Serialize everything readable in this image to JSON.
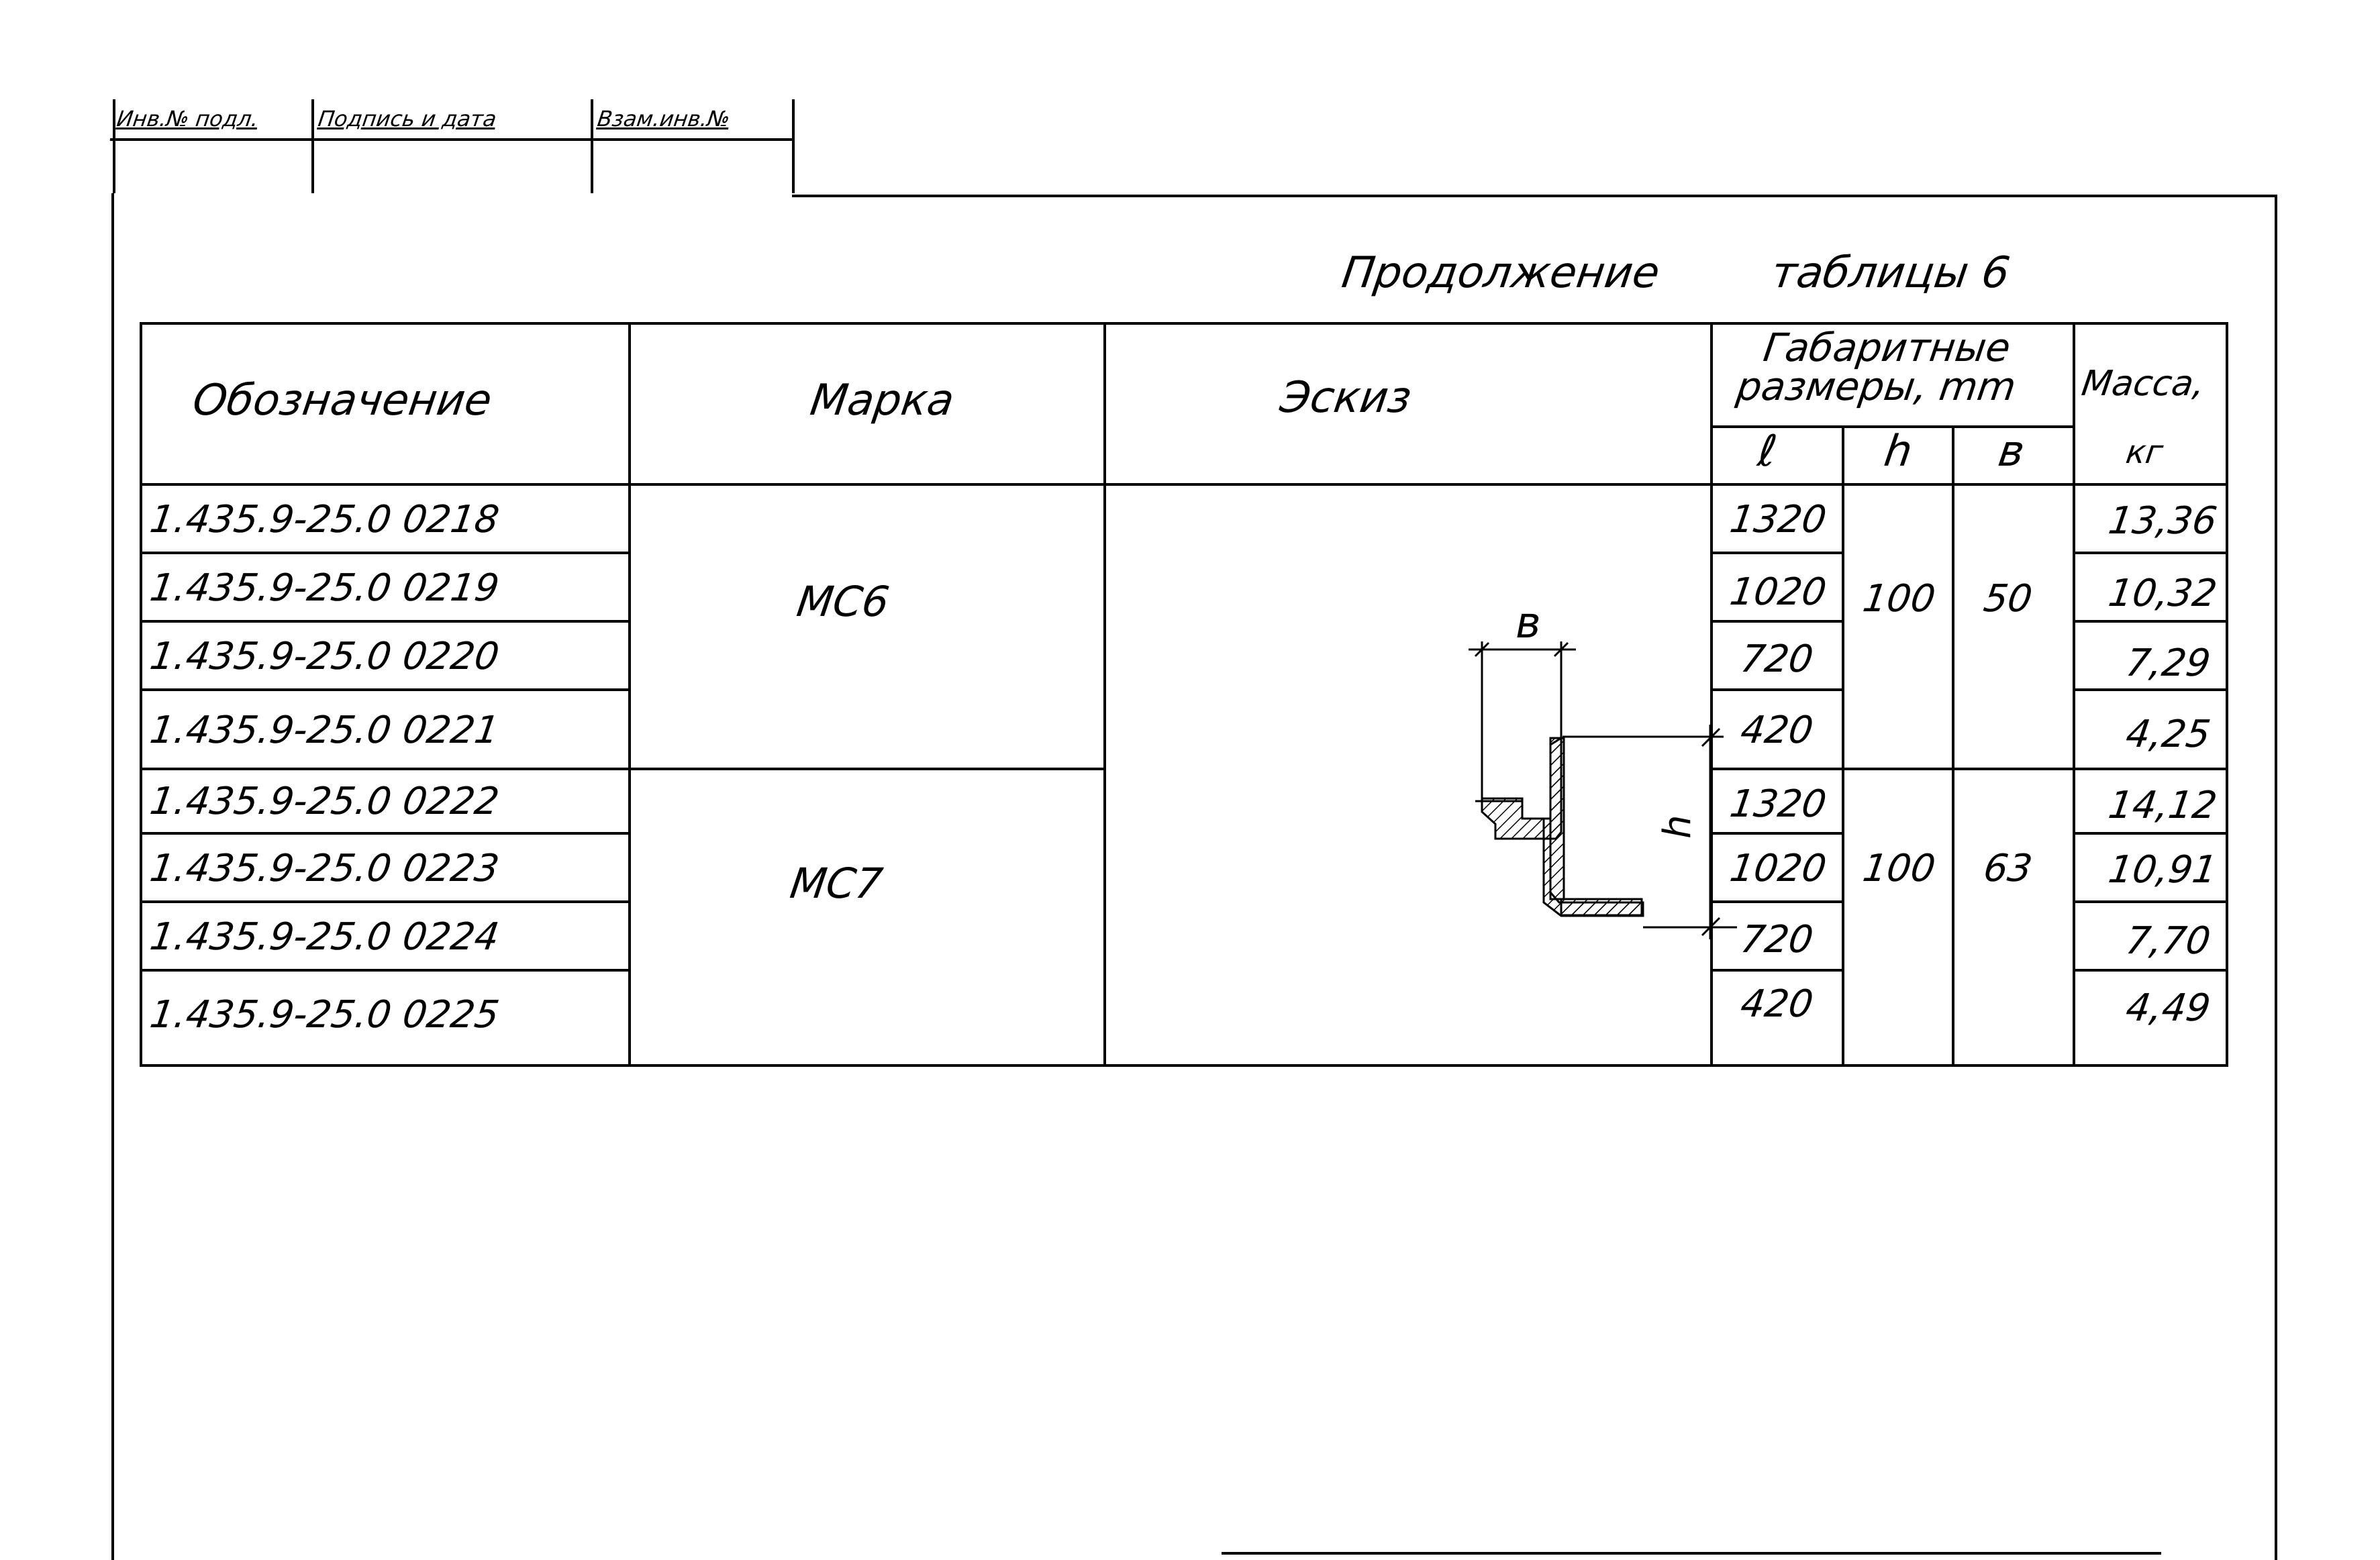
{
  "stamp": {
    "inv_no": "Инв.№ подл.",
    "signature_date": "Подпись и дата",
    "replace_inv": "Взам.инв.№"
  },
  "continuation": {
    "label": "Продолжение",
    "table_ref": "таблицы 6"
  },
  "table": {
    "headers": {
      "designation": "Обозначение",
      "mark": "Марка",
      "sketch": "Эскиз",
      "dimensions": "Габаритные",
      "dimensions_line2": "размеры, mm",
      "l": "ℓ",
      "h": "h",
      "b": "в",
      "mass": "Масса,",
      "mass_unit": "кг"
    },
    "rows": [
      {
        "designation": "1.435.9-25.0   0218",
        "l": "1320",
        "mass": "13,36"
      },
      {
        "designation": "1.435.9-25.0   0219",
        "l": "1020",
        "mass": "10,32"
      },
      {
        "designation": "1.435.9-25.0  0220",
        "l": "720",
        "mass": "7,29"
      },
      {
        "designation": "1.435.9-25.0   0221",
        "l": "420",
        "mass": "4,25"
      },
      {
        "designation": "1.435.9-25.0   0222",
        "l": "1320",
        "mass": "14,12"
      },
      {
        "designation": "1.435.9-25.0   0223",
        "l": "1020",
        "mass": "10,91"
      },
      {
        "designation": "1.435.9-25.0  0224",
        "l": "720",
        "mass": "7,70"
      },
      {
        "designation": "1.435.9-25.0   0225",
        "l": "420",
        "mass": "4,49"
      }
    ],
    "groups": [
      {
        "mark": "МС6",
        "h": "100",
        "b": "50"
      },
      {
        "mark": "МС7",
        "h": "100",
        "b": "63"
      }
    ],
    "sketch_labels": {
      "b": "в",
      "h": "h"
    }
  }
}
